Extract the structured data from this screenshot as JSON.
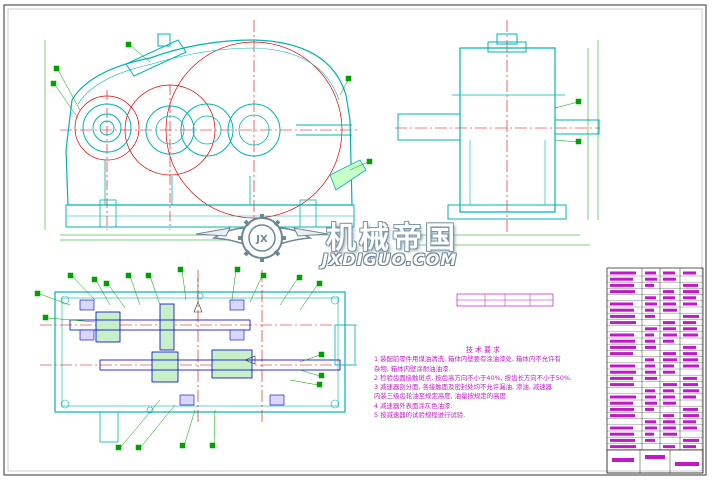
{
  "watermark": {
    "chinese": "机械帝国",
    "english": "JXDIGUO.COM",
    "emblem": "JX"
  },
  "technical_requirements": {
    "title": "技术要求",
    "items": [
      "1 装配前零件用煤油清洗, 箱体内壁要有涂油漆处, 箱体内不允许有",
      "   杂物, 箱体内壁涂耐油油漆.",
      "2 检验齿面接触斑点, 按齿高方向不小于40%, 按齿长方向不小于50%.",
      "3 减速器剖分面, 各接触面及密封处均不允许漏油, 渗油, 减速器",
      "   内装三级齿轮油至规定高度, 油量按规定的高度.",
      "4 减速器外表面涂灰色油漆.",
      "5 按减速器的试验规程进行试验."
    ]
  },
  "colors": {
    "outline": "#00b4b4",
    "center_lines": "#e00000",
    "dimensions": "#00a000",
    "hidden": "#a0a0ff",
    "text": "#c01ac8",
    "gears": "#0000c8",
    "hatch_gear": "#00c000"
  }
}
